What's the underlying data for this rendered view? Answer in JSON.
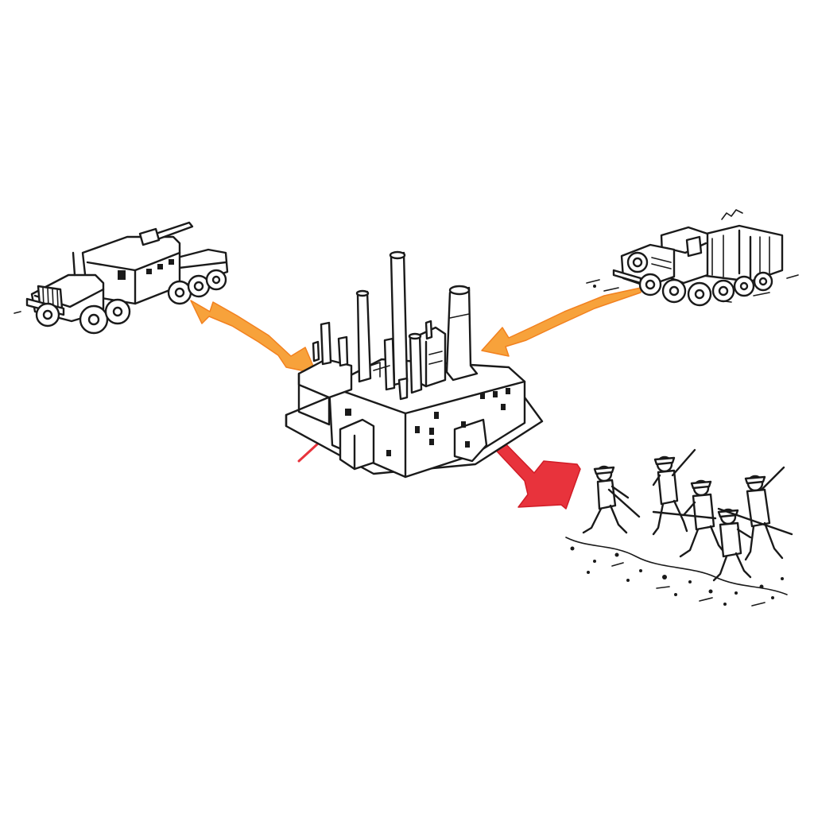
{
  "diagram": {
    "colors": {
      "background": "#ffffff",
      "ink": "#1a1a1a",
      "supply_arrow": "#f7a23b",
      "supply_arrow_edge": "#f2811f",
      "attack_arrow": "#e8333c",
      "attack_arrow_edge": "#d01c26"
    },
    "nodes": [
      {
        "id": "factory",
        "icon": "factory-icon"
      },
      {
        "id": "artillery-truck",
        "icon": "artillery-truck-icon"
      },
      {
        "id": "cargo-truck",
        "icon": "cargo-truck-icon"
      },
      {
        "id": "soldiers",
        "icon": "soldiers-icon"
      }
    ],
    "arrows": [
      {
        "from": "factory",
        "to": "artillery-truck",
        "style": "orange"
      },
      {
        "from": "cargo-truck",
        "to": "factory",
        "style": "orange"
      },
      {
        "from": "factory",
        "to": "soldiers",
        "style": "red"
      },
      {
        "from": "factory",
        "to": "off-left",
        "style": "red-line"
      }
    ]
  }
}
